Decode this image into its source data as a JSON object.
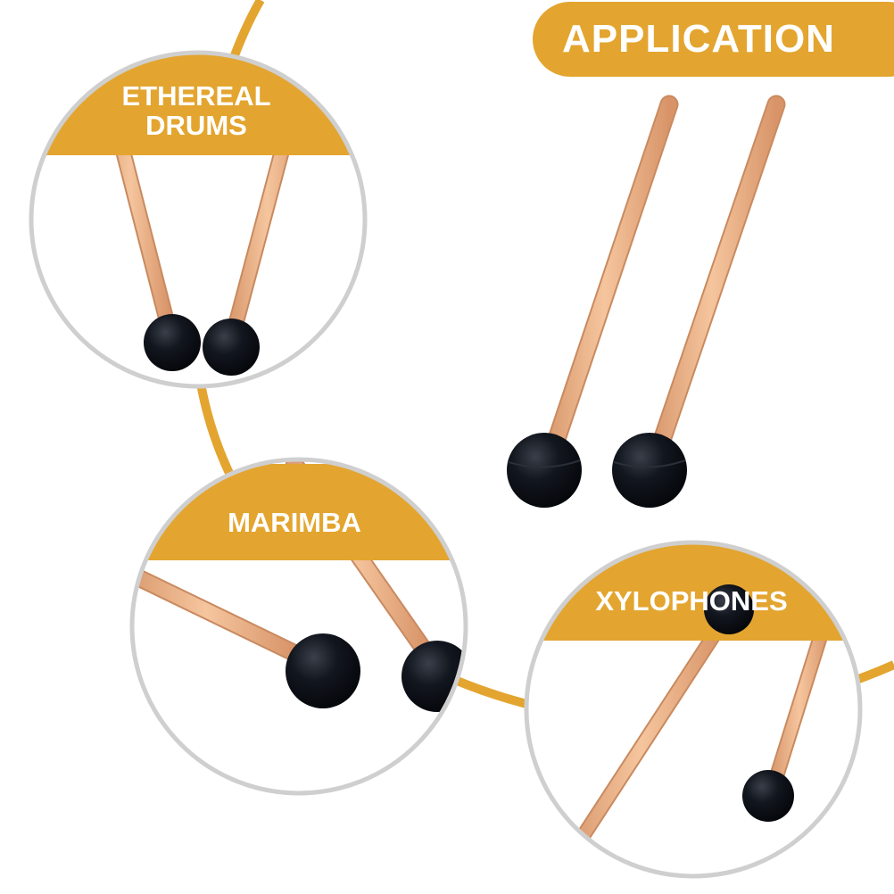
{
  "header": {
    "title": "APPLICATION"
  },
  "circles": [
    {
      "label": "ETHEREAL\nDRUMS"
    },
    {
      "label": "MARIMBA"
    },
    {
      "label": "XYLOPHONES"
    }
  ],
  "colors": {
    "accent": "#e3a52f",
    "ring": "#cfcfcf",
    "wood": "#e9b088",
    "mallet_head": "#0b0f17"
  }
}
